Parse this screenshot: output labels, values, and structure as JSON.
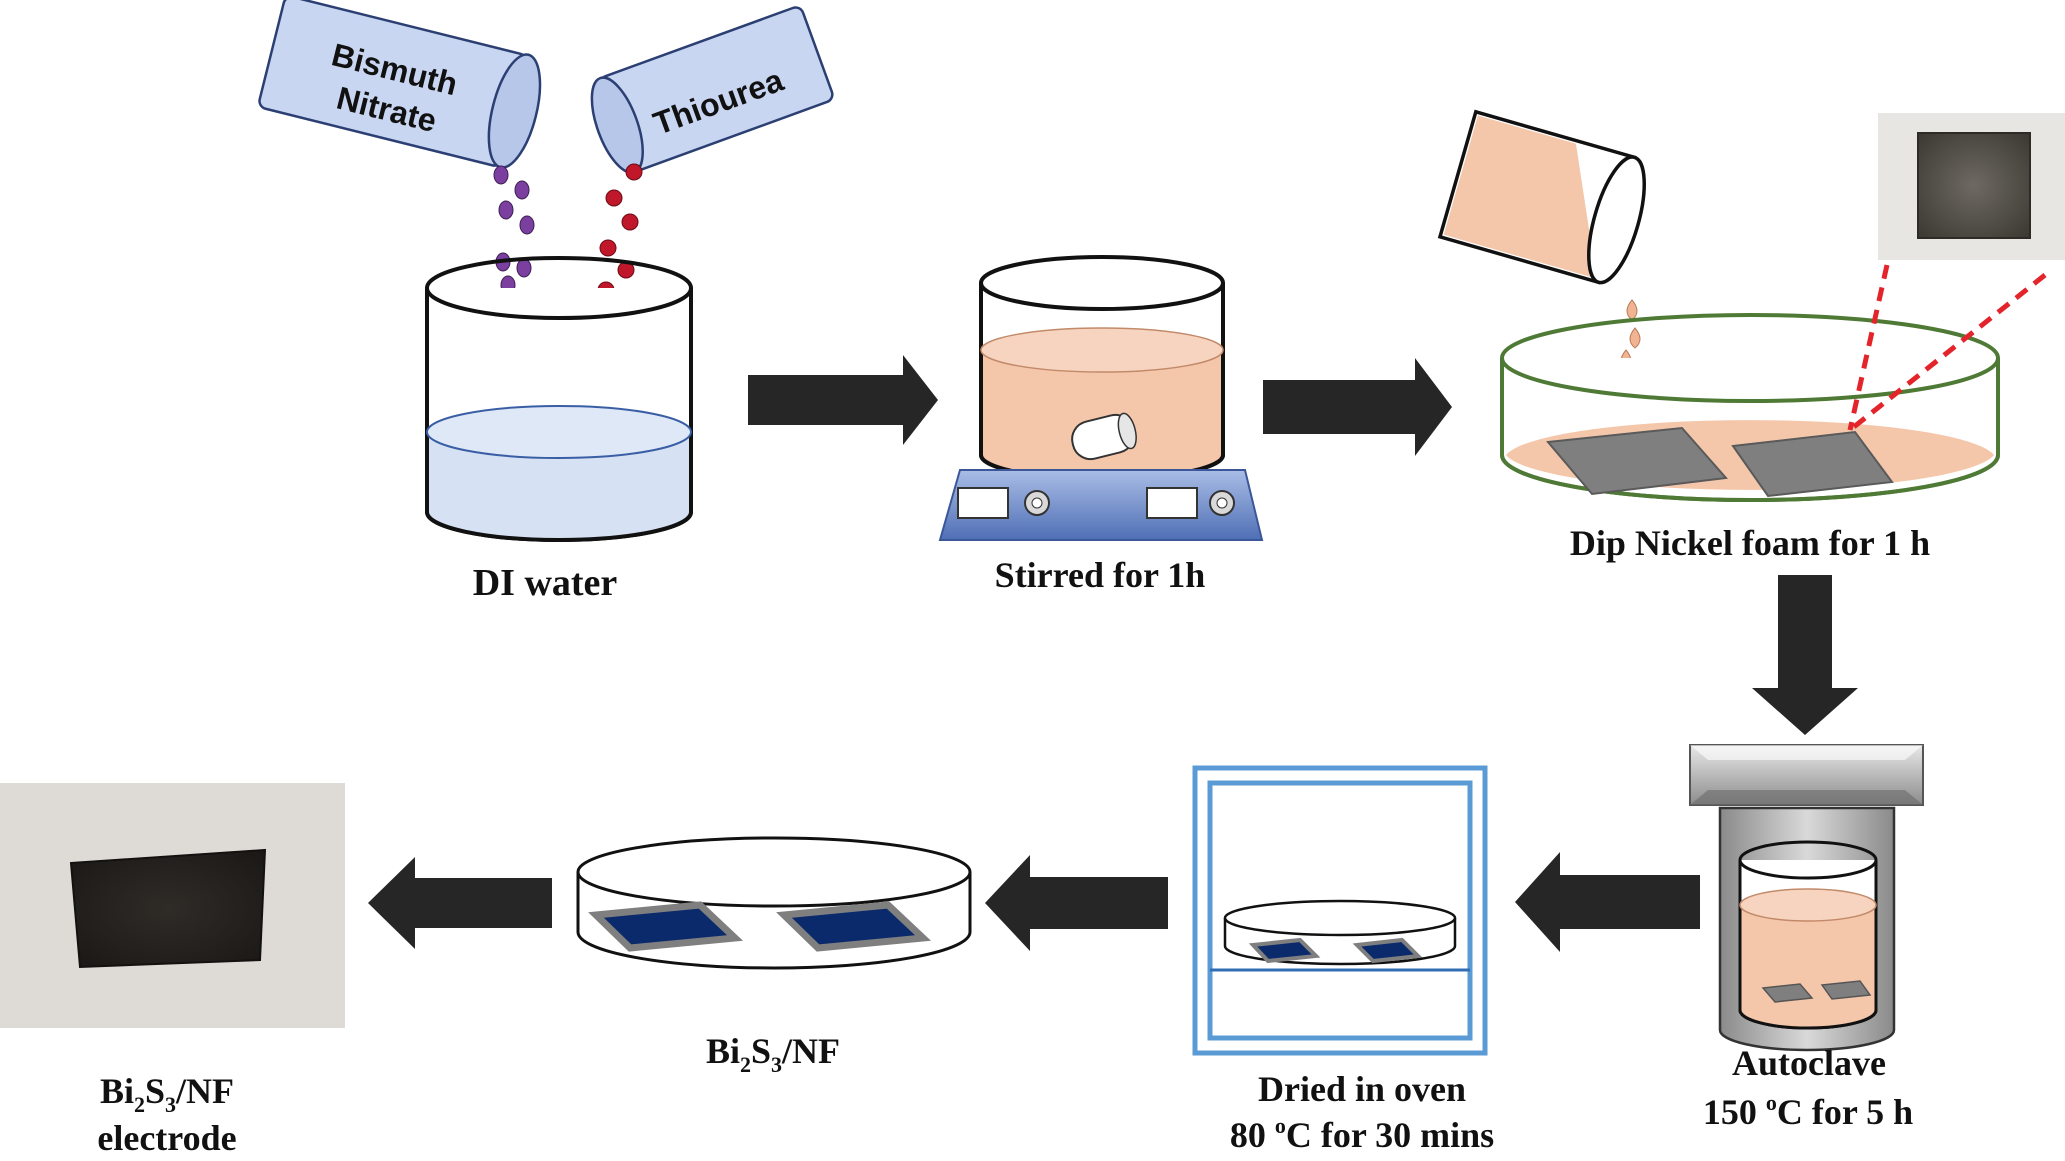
{
  "reagents": {
    "bismuth_line1": "Bismuth",
    "bismuth_line2": "Nitrate",
    "thiourea": "Thiourea"
  },
  "steps": {
    "di_water": "DI water",
    "stirred": "Stirred for 1h",
    "dip": "Dip Nickel foam for 1 h",
    "autoclave_line1": "Autoclave",
    "autoclave_line2_pre": "150 ",
    "autoclave_line2_sup": "o",
    "autoclave_line2_post": "C for 5 h",
    "dried_line1": "Dried in oven",
    "dried_line2_pre": "80 ",
    "dried_line2_sup": "o",
    "dried_line2_post": "C for 30 mins",
    "product_bi": "Bi",
    "product_sub1": "2",
    "product_s": "S",
    "product_sub2": "3",
    "product_nf": "/NF",
    "electrode_bi": "Bi",
    "electrode_sub1": "2",
    "electrode_s": "S",
    "electrode_sub2": "3",
    "electrode_nf": "/NF",
    "electrode_line2": "electrode"
  },
  "colors": {
    "water": "#d6e2f3",
    "solution": "#f4c7ab",
    "bismuth_dots": "#7b3fa0",
    "thiourea_dots": "#c0182a",
    "arrow": "#262626",
    "stirrer": "#5f7fc1",
    "petri_rim": "#4f7a36",
    "nickel_foam": "#7f7f7f",
    "coated_sample": "#0b2a6b",
    "oven_frame": "#5b9bd5",
    "laser_line": "#e3242b"
  }
}
